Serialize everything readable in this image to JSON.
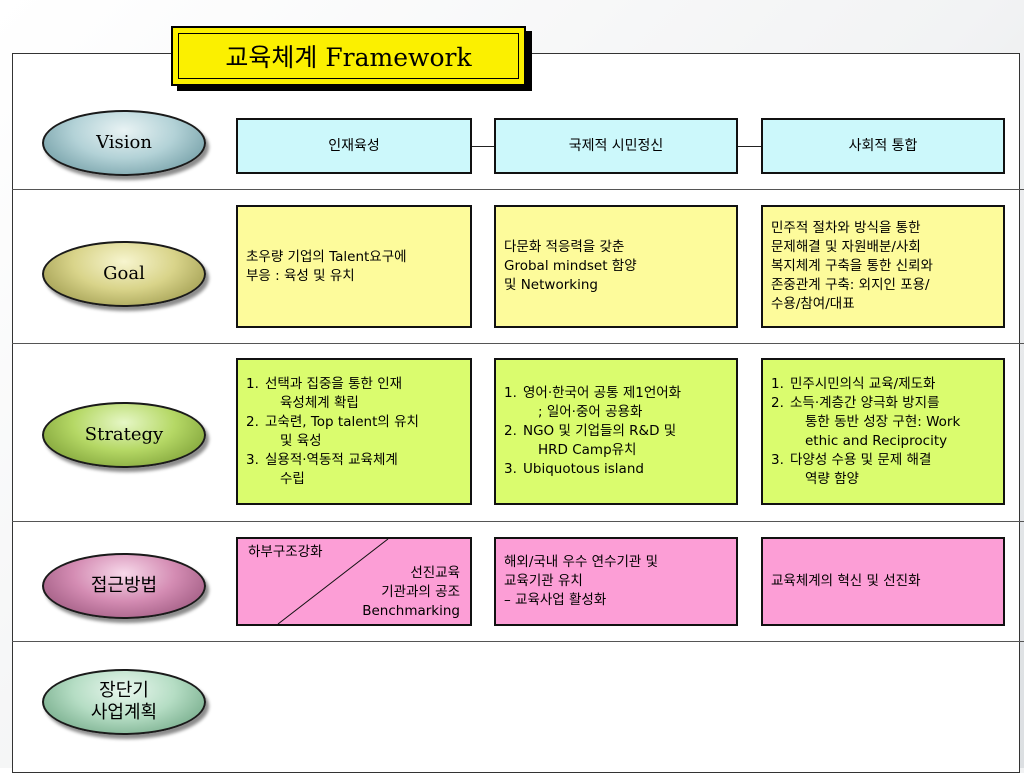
{
  "title": "교육체계 Framework",
  "rows": {
    "vision": "Vision",
    "goal": "Goal",
    "strategy": "Strategy",
    "approach": "접근방법",
    "plan": "장단기\n사업계획"
  },
  "vision": [
    "인재육성",
    "국제적 시민정신",
    "사회적 통합"
  ],
  "goal": [
    "초우량 기업의 Talent요구에\n부응 : 육성 및 유치",
    "다문화 적응력을 갖춘\nGrobal mindset 함양\n및 Networking",
    "민주적 절차와 방식을 통한\n문제해결 및 자원배분/사회\n복지체계 구축을 통한 신뢰와\n존중관계 구축: 외지인 포용/\n수용/참여/대표"
  ],
  "strategy": {
    "col1": [
      {
        "num": "1.",
        "lines": [
          "선택과 집중을 통한 인재",
          "육성체계 확립"
        ]
      },
      {
        "num": "2.",
        "lines": [
          "고숙련, Top talent의 유치",
          "및 육성"
        ]
      },
      {
        "num": "3.",
        "lines": [
          "실용적·역동적 교육체계",
          "수립"
        ]
      }
    ],
    "col2": [
      {
        "num": "1.",
        "lines": [
          "영어·한국어 공통 제1언어화",
          "; 일어·중어 공용화"
        ]
      },
      {
        "num": "2.",
        "lines": [
          "NGO 및 기업들의 R&D 및",
          "HRD Camp유치"
        ]
      },
      {
        "num": "3.",
        "lines": [
          "Ubiquotous island"
        ]
      }
    ],
    "col3": [
      {
        "num": "1.",
        "lines": [
          "민주시민의식 교육/제도화"
        ]
      },
      {
        "num": "2.",
        "lines": [
          "소득·계층간 양극화 방지를",
          "통한 동반 성장 구현: Work",
          "ethic and Reciprocity"
        ]
      },
      {
        "num": "3.",
        "lines": [
          "다양성 수용 및 문제 해결",
          "역량 함양"
        ]
      }
    ]
  },
  "approach": {
    "col1_left": "하부구조강화",
    "col1_right": "선진교육\n기관과의 공조\nBenchmarking",
    "col2": "해외/국내 우수 연수기관 및\n교육기관 유치\n– 교육사업 활성화",
    "col3": "교육체계의 혁신 및 선진화"
  }
}
